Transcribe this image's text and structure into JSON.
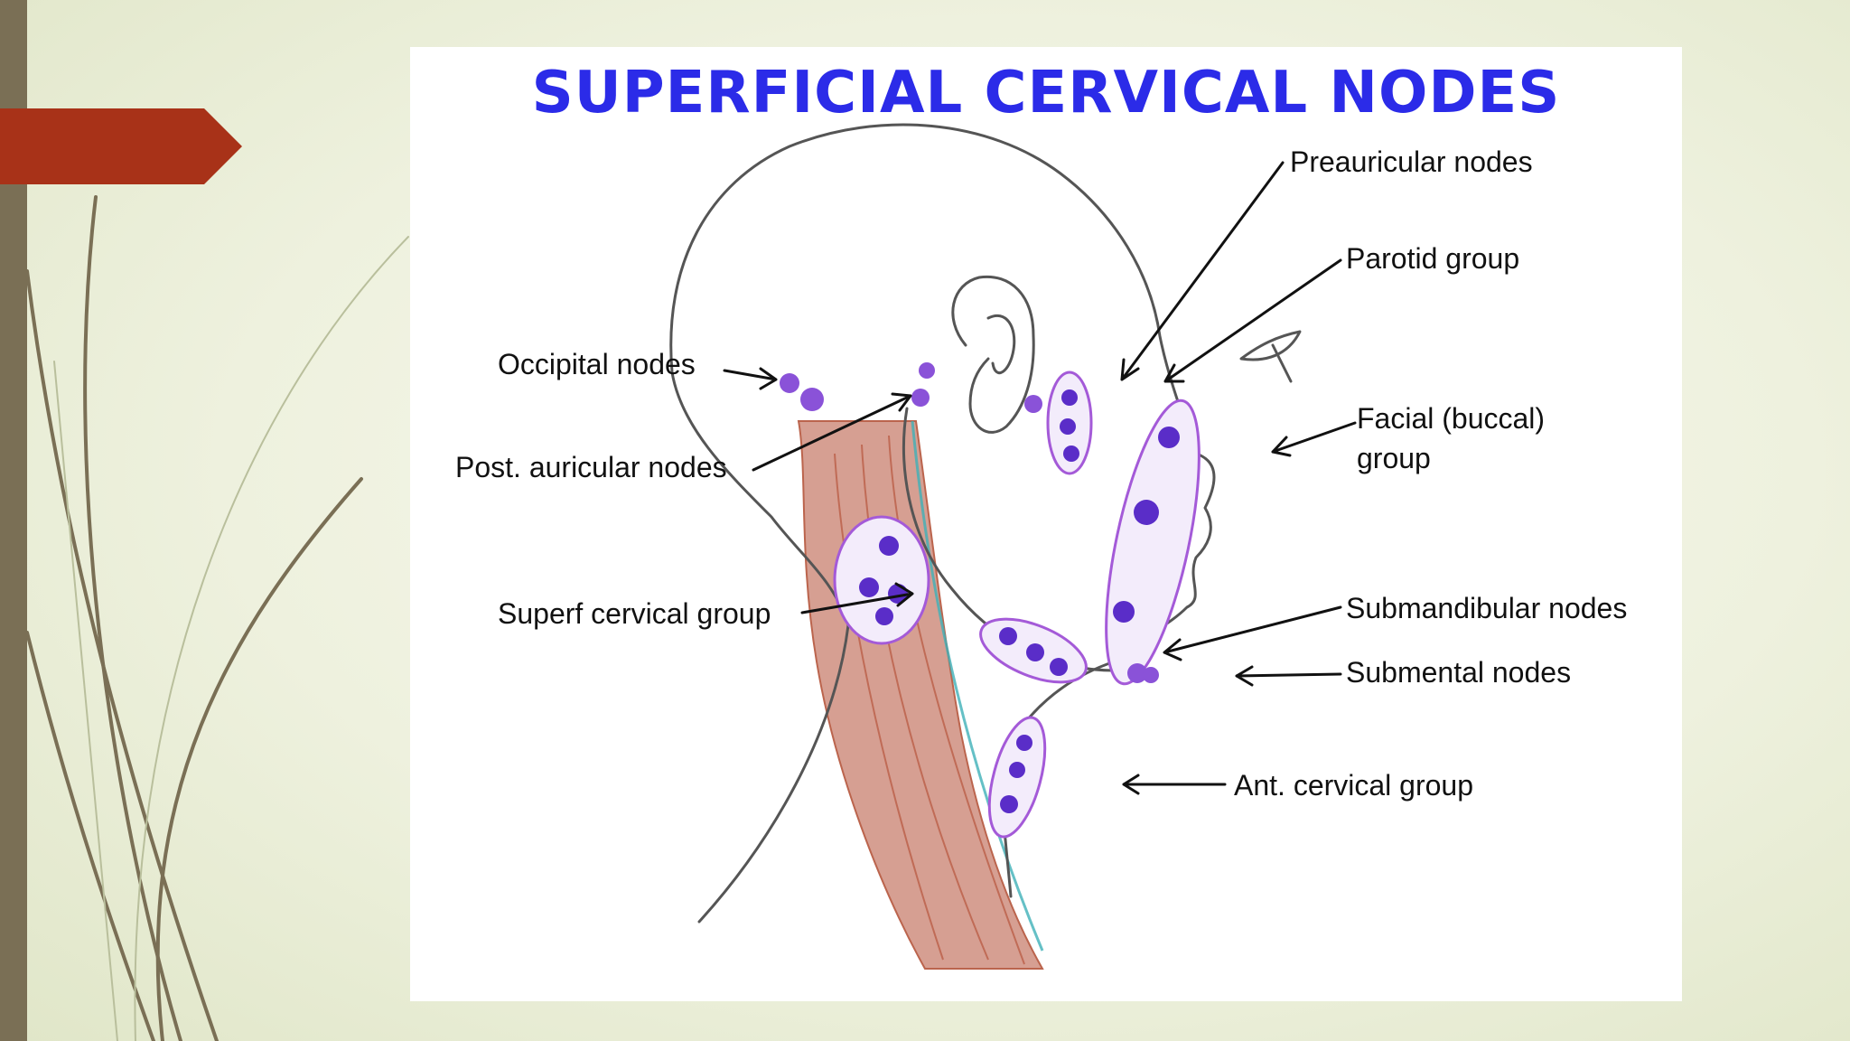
{
  "slide": {
    "accent_color": "#a83218",
    "side_bar_color": "#7a6f55",
    "background_color": "#eef1de"
  },
  "diagram": {
    "title": "SUPERFICIAL CERVICAL NODES",
    "title_color": "#2b2be8",
    "node_color": "#5a2dc8",
    "labels": {
      "preauricular": "Preauricular nodes",
      "parotid": "Parotid group",
      "occipital": "Occipital nodes",
      "facial_line1": "Facial (buccal)",
      "facial_line2": "group",
      "post_auricular": "Post. auricular nodes",
      "superf_cervical": "Superf cervical group",
      "submandibular": "Submandibular nodes",
      "submental": "Submental nodes",
      "ant_cervical": "Ant. cervical group"
    }
  }
}
